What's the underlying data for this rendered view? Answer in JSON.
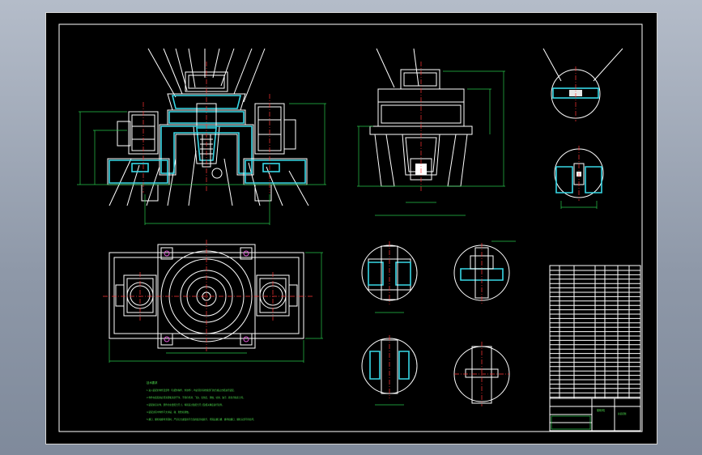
{
  "notes": {
    "title": "技术要求",
    "lines": [
      "1.进入装配的零件及部件（包括外购件、外协件），均必须具有检验部门的合格证方能进行装配。",
      "2.零件在装配前必须清理和清洗干净，不得有毛刺、飞边、氧化皮、锈蚀、切屑、油污、着色剂和灰尘等。",
      "3.装配前应对零、部件的主要配合尺寸，特别是过盈配合尺寸及相关精度进行复查。",
      "4.装配过程中零件不允许磕、碰、划伤和锈蚀。",
      "5.螺钉、螺栓和螺母紧固时，严禁打击或使用不合适的旋具和扳手。紧固后螺钉槽、螺母和螺钉、螺栓头部不得损坏。"
    ]
  },
  "titleblock": {
    "name": "制砂机",
    "drawing_no": "总装配图"
  },
  "colors": {
    "background": "#000000",
    "outline": "#ffffff",
    "section": "#38d7e6",
    "dimension": "#27c64a",
    "centerline": "#ff3434"
  }
}
